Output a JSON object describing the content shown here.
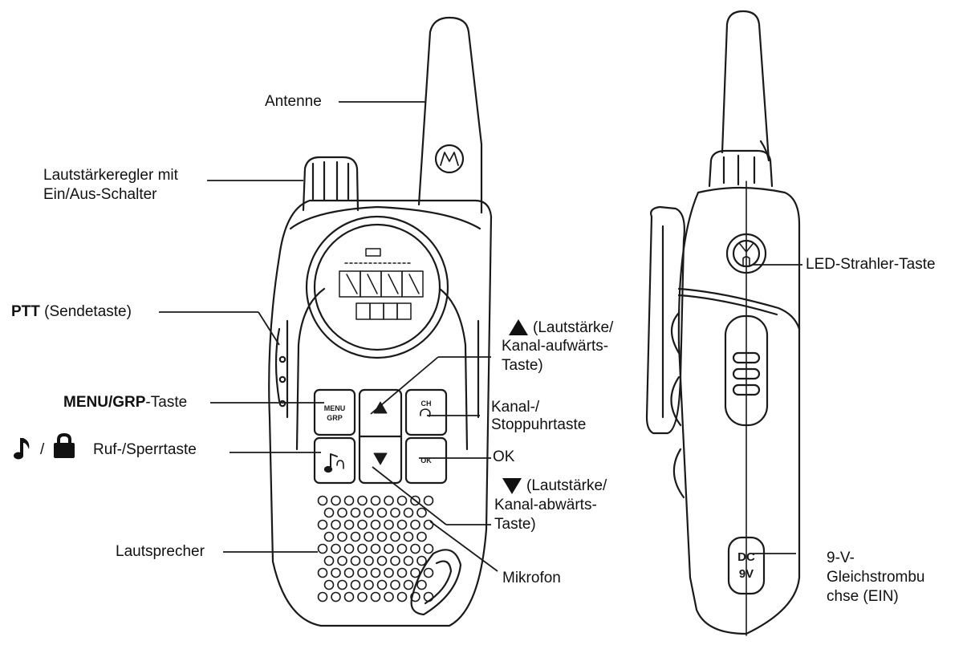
{
  "labels": {
    "antenna": "Antenne",
    "volume_knob_line1": "Lautstärkeregler mit",
    "volume_knob_line2": "Ein/Aus-Schalter",
    "ptt_bold": "PTT",
    "ptt_rest": " (Sendetaste)",
    "menu_bold1": "MENU",
    "menu_sep": "/",
    "menu_bold2": "GRP",
    "menu_rest": "-Taste",
    "call_lock_sep": "/",
    "call_lock_text": "Ruf-/Sperrtaste",
    "up_line1": "(Lautstärke/",
    "up_line2": "Kanal-aufwärts-",
    "up_line3": "Taste)",
    "channel_line1": "Kanal-/",
    "channel_line2": "Stoppuhrtaste",
    "ok": "OK",
    "down_line1": "(Lautstärke/",
    "down_line2": "Kanal-abwärts-",
    "down_line3": "Taste)",
    "speaker": "Lautsprecher",
    "microphone": "Mikrofon",
    "led_button": "LED-Strahler-Taste",
    "dc_line1": "9-V-",
    "dc_line2": "Gleichstrombu",
    "dc_line3": "chse (EIN)"
  },
  "device_marks": {
    "menu_key_line1": "MENU",
    "menu_key_line2": "GRP",
    "ch_key": "CH",
    "ok_key": "OK",
    "dc_jack_line1": "DC",
    "dc_jack_line2": "9V"
  },
  "icons": {
    "up": "up-triangle-icon",
    "down": "down-triangle-icon",
    "note": "music-note-icon",
    "lock": "padlock-icon"
  }
}
